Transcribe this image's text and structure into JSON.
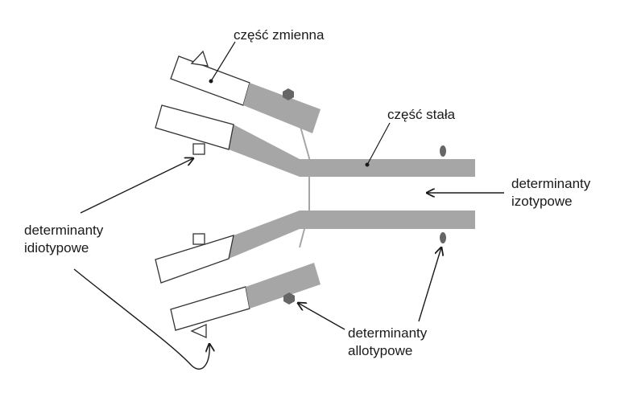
{
  "labels": {
    "variable_part": "część zmienna",
    "constant_part": "część stała",
    "isotypic_line1": "determinanty",
    "isotypic_line2": "izotypowe",
    "idiotypic_line1": "determinanty",
    "idiotypic_line2": "idiotypowe",
    "allotypic_line1": "determinanty",
    "allotypic_line2": "allotypowe"
  },
  "colors": {
    "constant_region": "#a6a6a6",
    "variable_region": "#ffffff",
    "outline": "#333333",
    "marker": "#666666",
    "hinge": "#a6a6a6"
  }
}
